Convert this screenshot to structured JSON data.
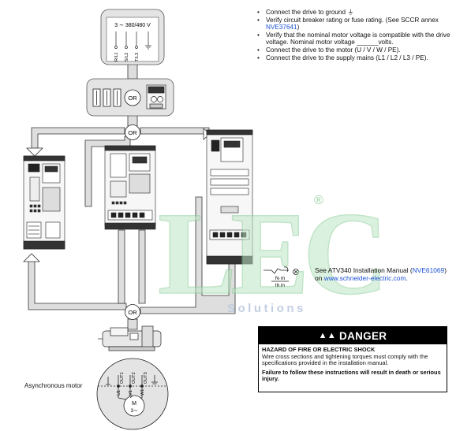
{
  "supply": {
    "voltage_label": "3 ∼ 380/480 V",
    "terminals": [
      "R/L1",
      "S/L2",
      "T/L3"
    ]
  },
  "or_labels": {
    "protection": "OR",
    "top_split": "OR",
    "bottom_merge": "OR"
  },
  "instructions": [
    {
      "text": "Connect the drive to ground ⏚"
    },
    {
      "text": "Verify circuit breaker rating or fuse rating. (See SCCR annex ",
      "link": "NVE37641",
      "tail": ")"
    },
    {
      "text": "Verify that the nominal motor voltage is compatible with the drive voltage. Nominal motor voltage ______volts."
    },
    {
      "text": "Connect the drive to the motor (U / V / W / PE)."
    },
    {
      "text": "Connect the drive to the supply mains (L1 / L2 / L3 / PE)."
    }
  ],
  "torque": {
    "unit_top": "N·m",
    "unit_bottom": "lb.in"
  },
  "manual_note": {
    "prefix": "See ATV340 Installation Manual (",
    "manual_link": "NVE61069",
    "middle": ")",
    "on": "on ",
    "site_link": "www.schneider-electric.com",
    "suffix": "."
  },
  "danger": {
    "title": "DANGER",
    "heading": "HAZARD OF FIRE OR ELECTRIC SHOCK",
    "body": "Wire cross sections and tightening torques must comply with the specifications provided in the installation manual.",
    "warning": "Failure to follow these instructions will result in death or serious injury."
  },
  "motor": {
    "label": "Asynchronous motor",
    "terminals": [
      "U1",
      "V1",
      "W1"
    ],
    "outputs": [
      "OUT1",
      "OUT2",
      "OUT3"
    ],
    "symbol_top": "M",
    "symbol_bottom": "3∼"
  },
  "watermark": {
    "letters": "LEC",
    "sub": "Solutions",
    "mark": "®"
  },
  "colors": {
    "panel_gray": "#e6e6e6",
    "wire_gray": "#d9d9d9",
    "link_blue": "#1a4fd6",
    "watermark_green": "#9ed3a8"
  }
}
